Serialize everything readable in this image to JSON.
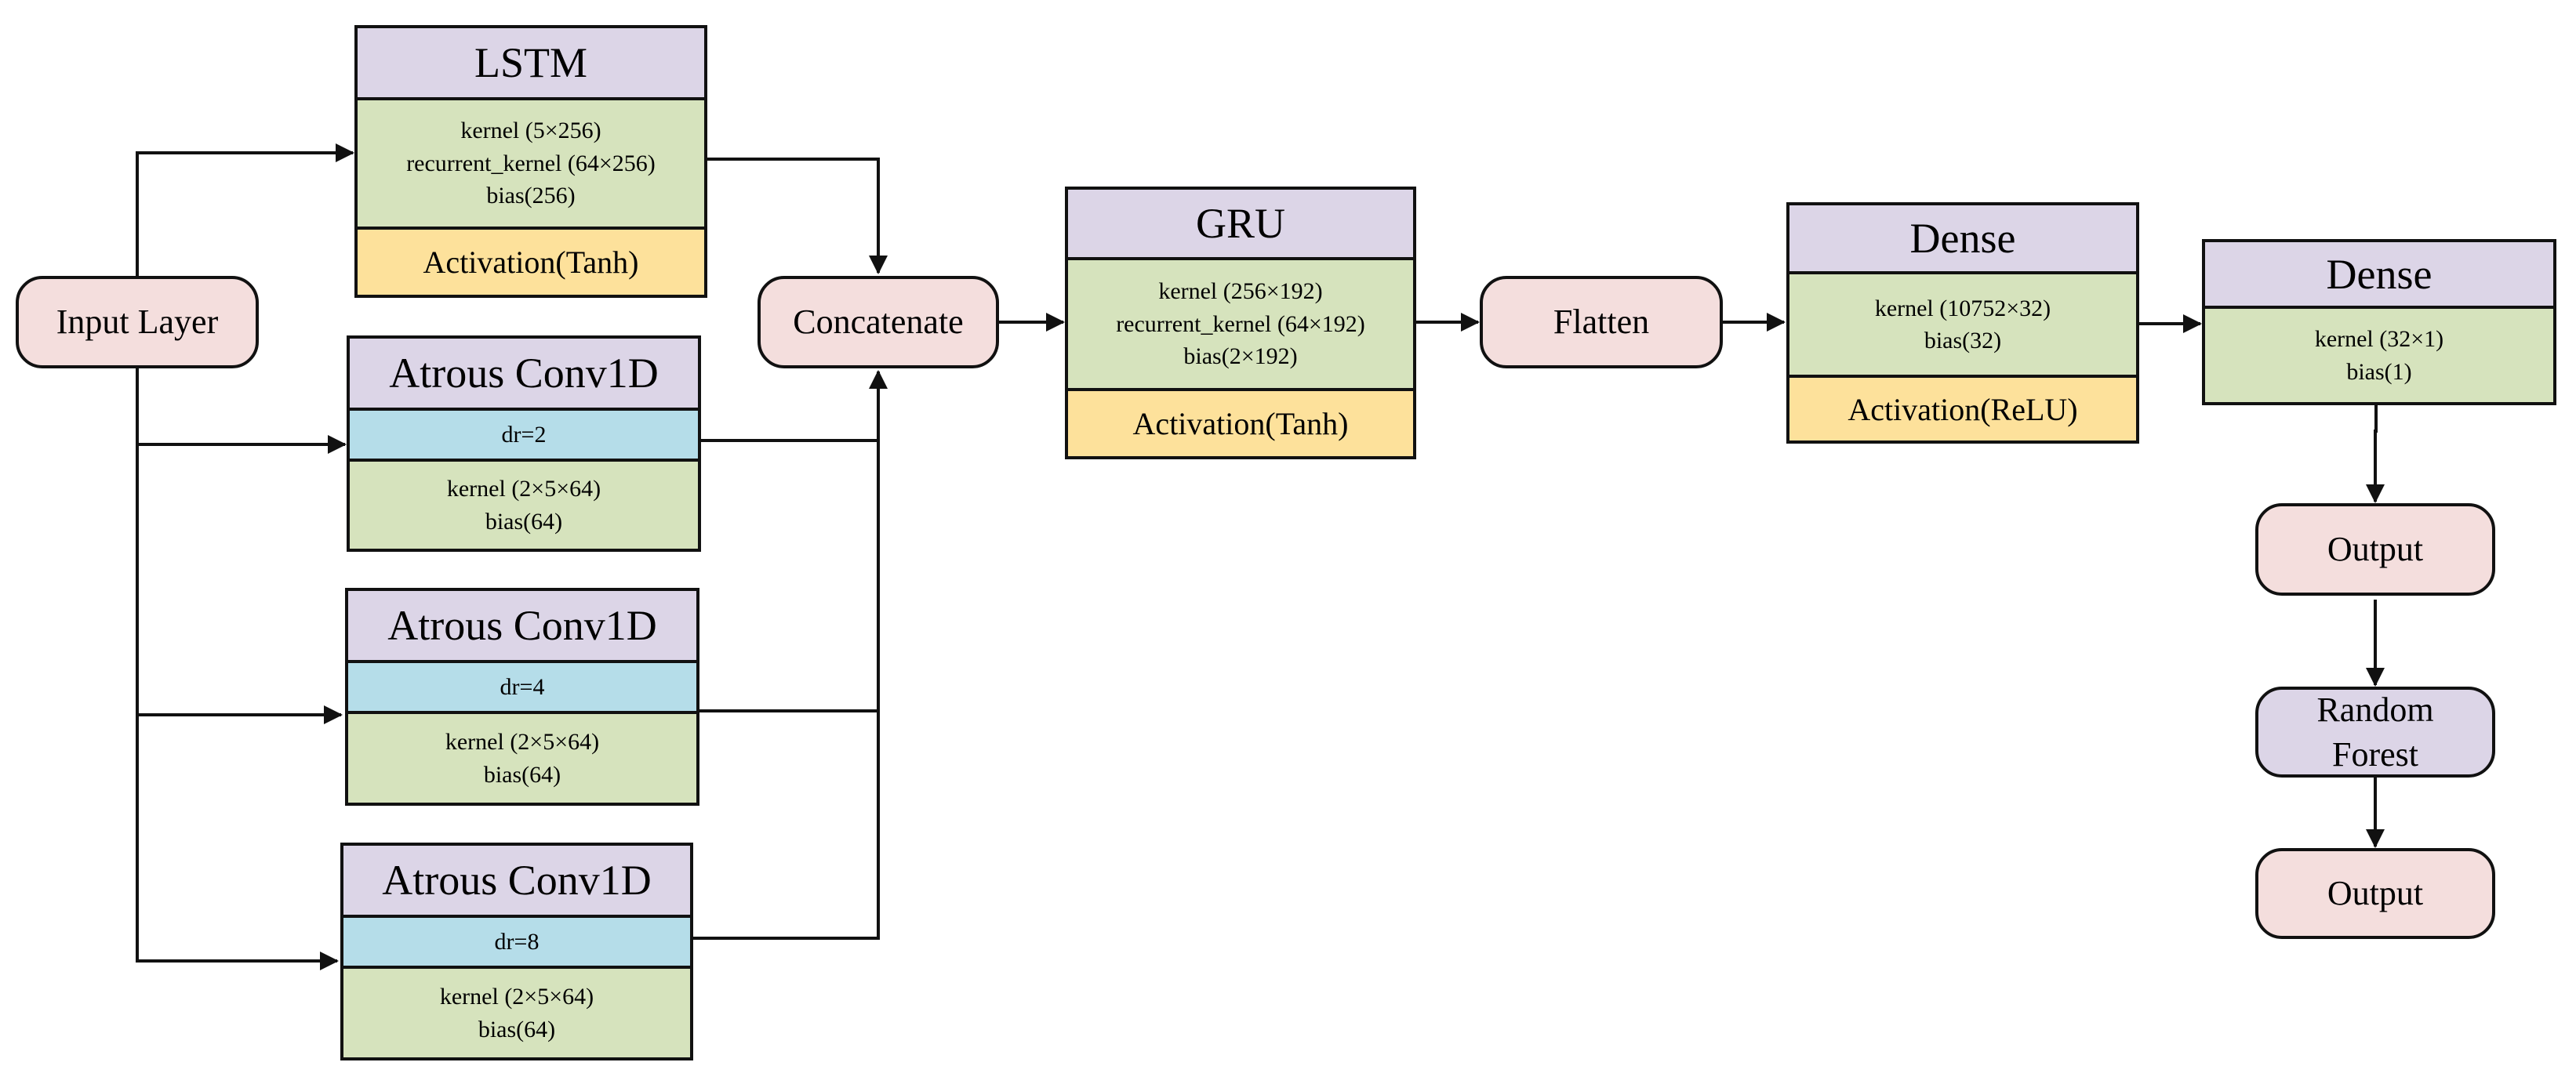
{
  "nodes": {
    "input": "Input Layer",
    "concat": "Concatenate",
    "flatten": "Flatten",
    "output1": "Output",
    "rf_line1": "Random",
    "rf_line2": "Forest",
    "output2": "Output"
  },
  "lstm": {
    "title": "LSTM",
    "params": [
      "kernel (5×256)",
      "recurrent_kernel (64×256)",
      "bias(256)"
    ],
    "activation": "Activation(Tanh)"
  },
  "conv_a": {
    "title": "Atrous Conv1D",
    "dr": "dr=2",
    "params": [
      "kernel (2×5×64)",
      "bias(64)"
    ]
  },
  "conv_b": {
    "title": "Atrous Conv1D",
    "dr": "dr=4",
    "params": [
      "kernel (2×5×64)",
      "bias(64)"
    ]
  },
  "conv_c": {
    "title": "Atrous Conv1D",
    "dr": "dr=8",
    "params": [
      "kernel (2×5×64)",
      "bias(64)"
    ]
  },
  "gru": {
    "title": "GRU",
    "params": [
      "kernel (256×192)",
      "recurrent_kernel (64×192)",
      "bias(2×192)"
    ],
    "activation": "Activation(Tanh)"
  },
  "dense1": {
    "title": "Dense",
    "params": [
      "kernel (10752×32)",
      "bias(32)"
    ],
    "activation": "Activation(ReLU)"
  },
  "dense2": {
    "title": "Dense",
    "params": [
      "kernel (32×1)",
      "bias(1)"
    ]
  },
  "colors": {
    "pink": "#f4dedd",
    "lavender": "#dcd5e7",
    "green": "#d6e3bd",
    "yellow": "#fde19b",
    "blue": "#b5dde9"
  }
}
